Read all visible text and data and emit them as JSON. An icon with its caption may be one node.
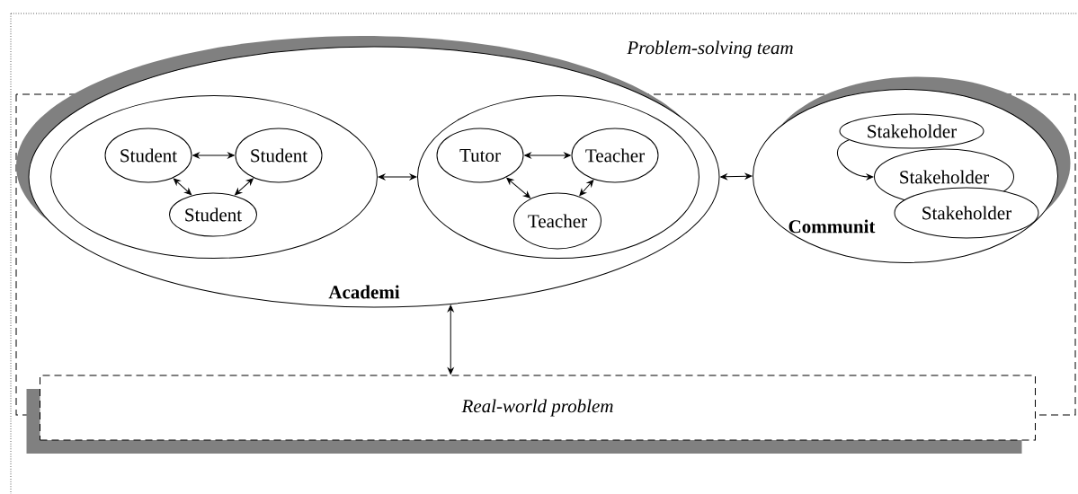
{
  "diagram": {
    "nodes": [
      {
        "text": [
          "Academi"
        ]
      },
      {
        "text": [],
        "shape": "ellipse",
        "in": 0
      },
      {
        "text": [
          "Student"
        ],
        "in": 1
      },
      {
        "text": [
          "Student"
        ],
        "in": 1
      },
      {
        "text": [
          "Student"
        ],
        "in": 1
      },
      {
        "text": [],
        "shape": "ellipse",
        "in": 0
      },
      {
        "text": [
          "Tutor"
        ],
        "in": 5
      },
      {
        "text": [
          "Teacher"
        ],
        "in": 5
      },
      {
        "text": [
          "Teacher"
        ],
        "in": 5
      },
      {
        "text": [
          "Communit"
        ]
      },
      {
        "text": [
          "Stakeholder"
        ],
        "in": 9
      },
      {
        "text": [
          "Stakeholder"
        ],
        "in": 9
      },
      {
        "text": [
          "Stakeholder"
        ],
        "in": 9
      },
      {
        "text": [
          "Real-world problem"
        ]
      }
    ],
    "edges": [
      {
        "from": 2,
        "to": 3,
        "arrow": "both"
      },
      {
        "from": 2,
        "to": 4,
        "arrow": "both"
      },
      {
        "from": 3,
        "to": 4,
        "arrow": "both"
      },
      {
        "from": 6,
        "to": 7,
        "arrow": "both"
      },
      {
        "from": 6,
        "to": 8,
        "arrow": "both"
      },
      {
        "from": 7,
        "to": 8,
        "arrow": "both"
      },
      {
        "from": 1,
        "to": 5,
        "arrow": "both"
      },
      {
        "from": 0,
        "to": 9,
        "arrow": "both"
      },
      {
        "from": 0,
        "to": 13,
        "arrow": "both"
      },
      {
        "from": 10,
        "to": 11,
        "arrow": "to"
      }
    ],
    "labels": [
      "Problem-solving team"
    ]
  }
}
